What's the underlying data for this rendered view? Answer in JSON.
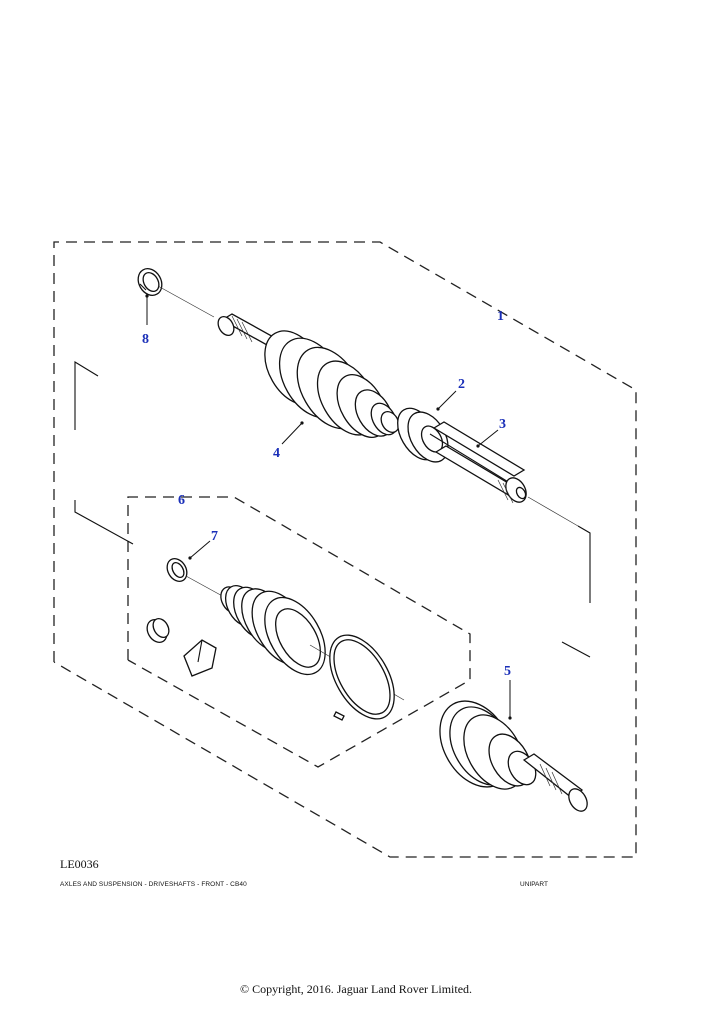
{
  "diagram": {
    "reference_code": "LE0036",
    "caption_left": "AXLES AND SUSPENSION - DRIVESHAFTS - FRONT - CB40",
    "caption_right": "UNIPART",
    "copyright": "© Copyright, 2016. Jaguar Land Rover Limited.",
    "callouts": [
      "1",
      "2",
      "3",
      "4",
      "5",
      "6",
      "7",
      "8"
    ],
    "callout_color": "#1a2fb8"
  }
}
